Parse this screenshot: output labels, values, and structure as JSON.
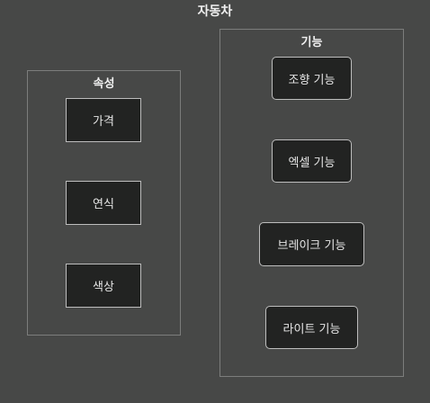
{
  "title": "자동차",
  "attributes": {
    "label": "속성",
    "items": [
      "가격",
      "연식",
      "색상"
    ]
  },
  "functions": {
    "label": "기능",
    "items": [
      "조향 기능",
      "엑셀 기능",
      "브레이크 기능",
      "라이트 기능"
    ]
  }
}
